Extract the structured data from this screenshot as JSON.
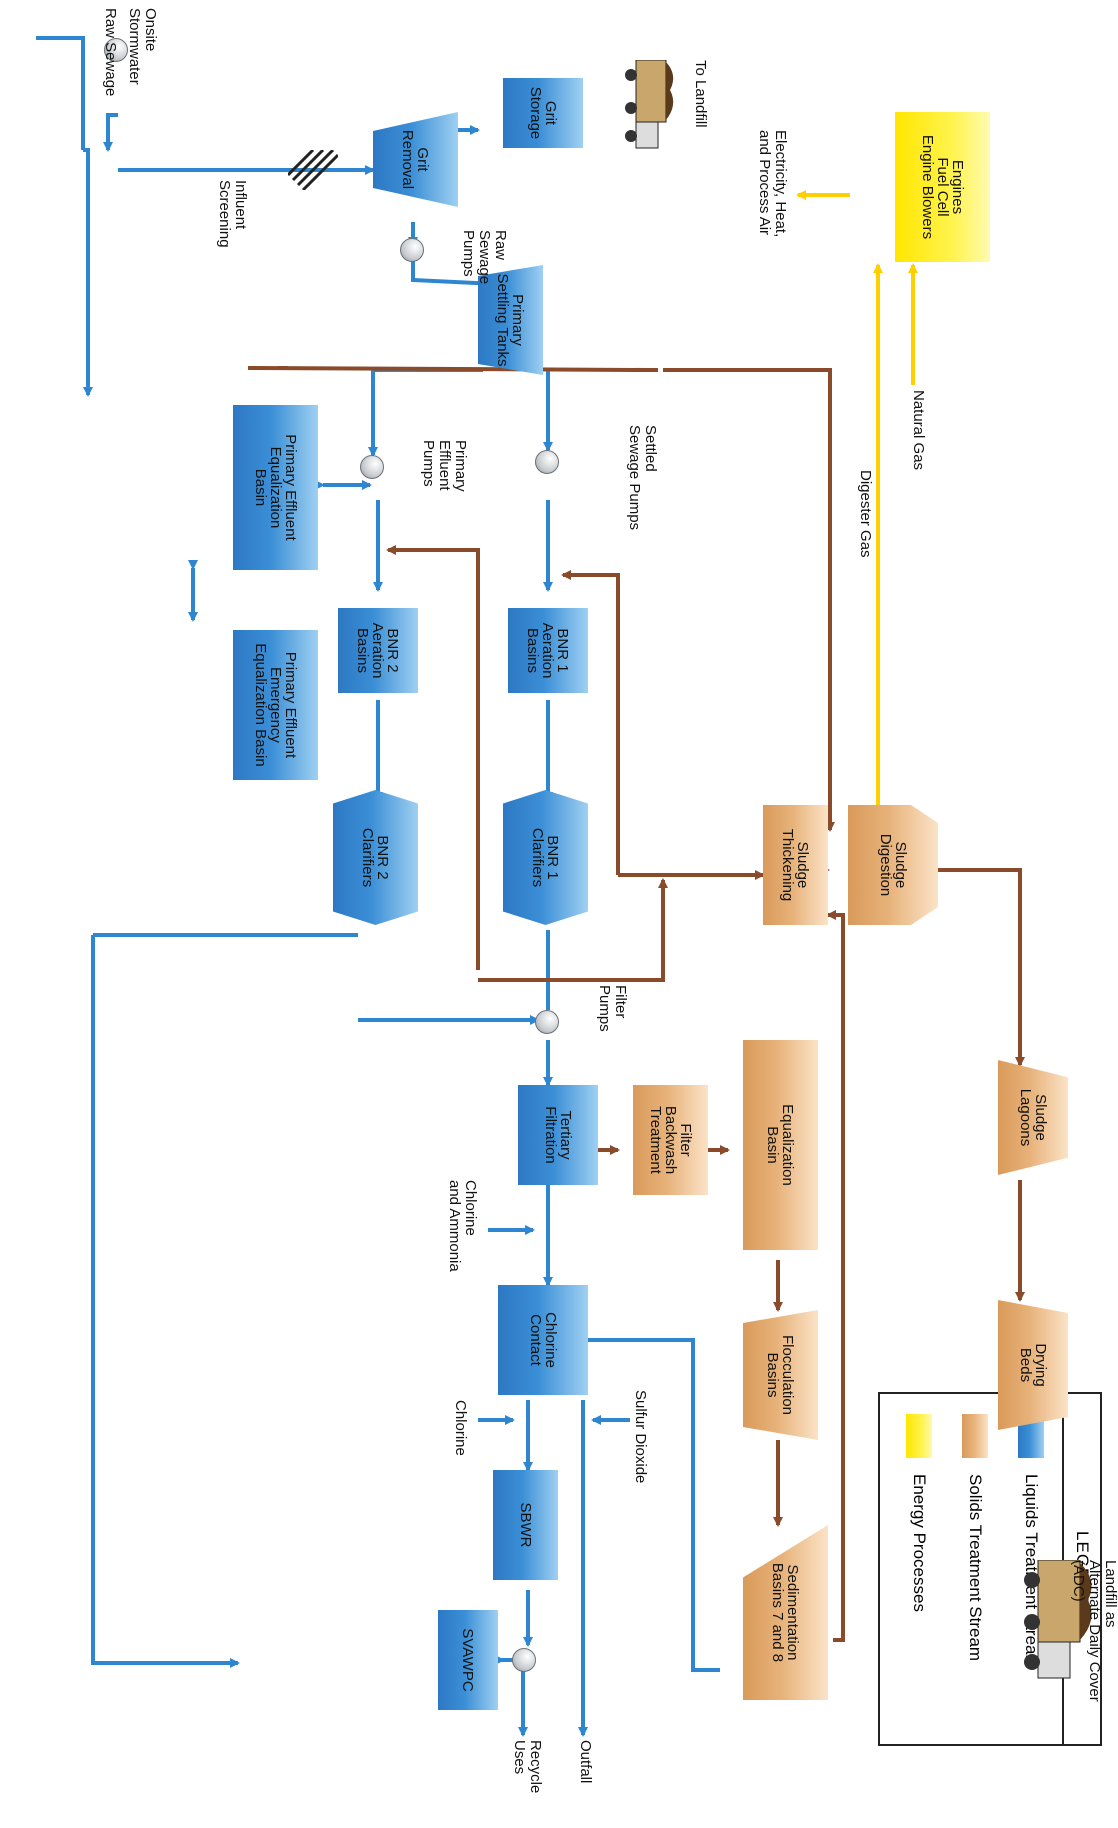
{
  "legend": {
    "title": "LEGEND",
    "liquids": "Liquids Treatment Stream",
    "solids": "Solids Treatment Stream",
    "energy": "Energy Processes"
  },
  "colors": {
    "liquids": "#2d86cf",
    "solids": "#8a4b2b",
    "energy": "#ffd000"
  },
  "labels": {
    "raw_sewage": "Raw Sewage",
    "onsite_stormwater": "Onsite\nStormwater",
    "influent_screening": "Influent\nScreening",
    "raw_sewage_pumps": "Raw\nSewage\nPumps",
    "to_landfill": "To Landfill",
    "electricity": "Electricity, Heat,\nand Process Air",
    "digester_gas": "Digester Gas",
    "natural_gas": "Natural Gas",
    "primary_effluent_pumps": "Primary\nEffluent\nPumps",
    "settled_sewage_pumps": "Settled\nSewage Pumps",
    "filter_pumps": "Filter\nPumps",
    "chlorine_ammonia": "Chlorine\nand Ammonia",
    "chlorine": "Chlorine",
    "sulfur_dioxide": "Sulfur Dioxide",
    "outfall": "Outfall",
    "recycle_uses": "Recycle\nUses",
    "landfill_adc": "Landfill as\nAlternate Daily Cover\n(ADC)"
  },
  "boxes": {
    "grit_removal": "Grit\nRemoval",
    "grit_storage": "Grit\nStorage",
    "engines": "Engines\nFuel Cell\nEngine Blowers",
    "primary_settling": "Primary\nSettling Tanks",
    "pe_equalization": "Primary Effluent\nEqualization\nBasin",
    "pe_emergency": "Primary Effluent\nEmergency\nEqualization Basin",
    "bnr2_aeration": "BNR 2\nAeration\nBasins",
    "bnr1_aeration": "BNR 1\nAeration\nBasins",
    "bnr2_clarifiers": "BNR 2\nClarifiers",
    "bnr1_clarifiers": "BNR 1\nClarifiers",
    "sludge_thickening": "Sludge\nThickening",
    "sludge_digestion": "Sludge\nDigestion",
    "tertiary_filtration": "Tertiary\nFiltration",
    "filter_backwash": "Filter\nBackwash\nTreatment",
    "equalization_basin": "Equalization\nBasin",
    "sludge_lagoons": "Sludge\nLagoons",
    "chlorine_contact": "Chlorine\nContact",
    "flocculation": "Flocculation\nBasins",
    "drying_beds": "Drying\nBeds",
    "sbwr": "SBWR",
    "svawpc": "SVAWPC",
    "sedimentation": "Sedimentation\nBasins 7 and 8"
  }
}
